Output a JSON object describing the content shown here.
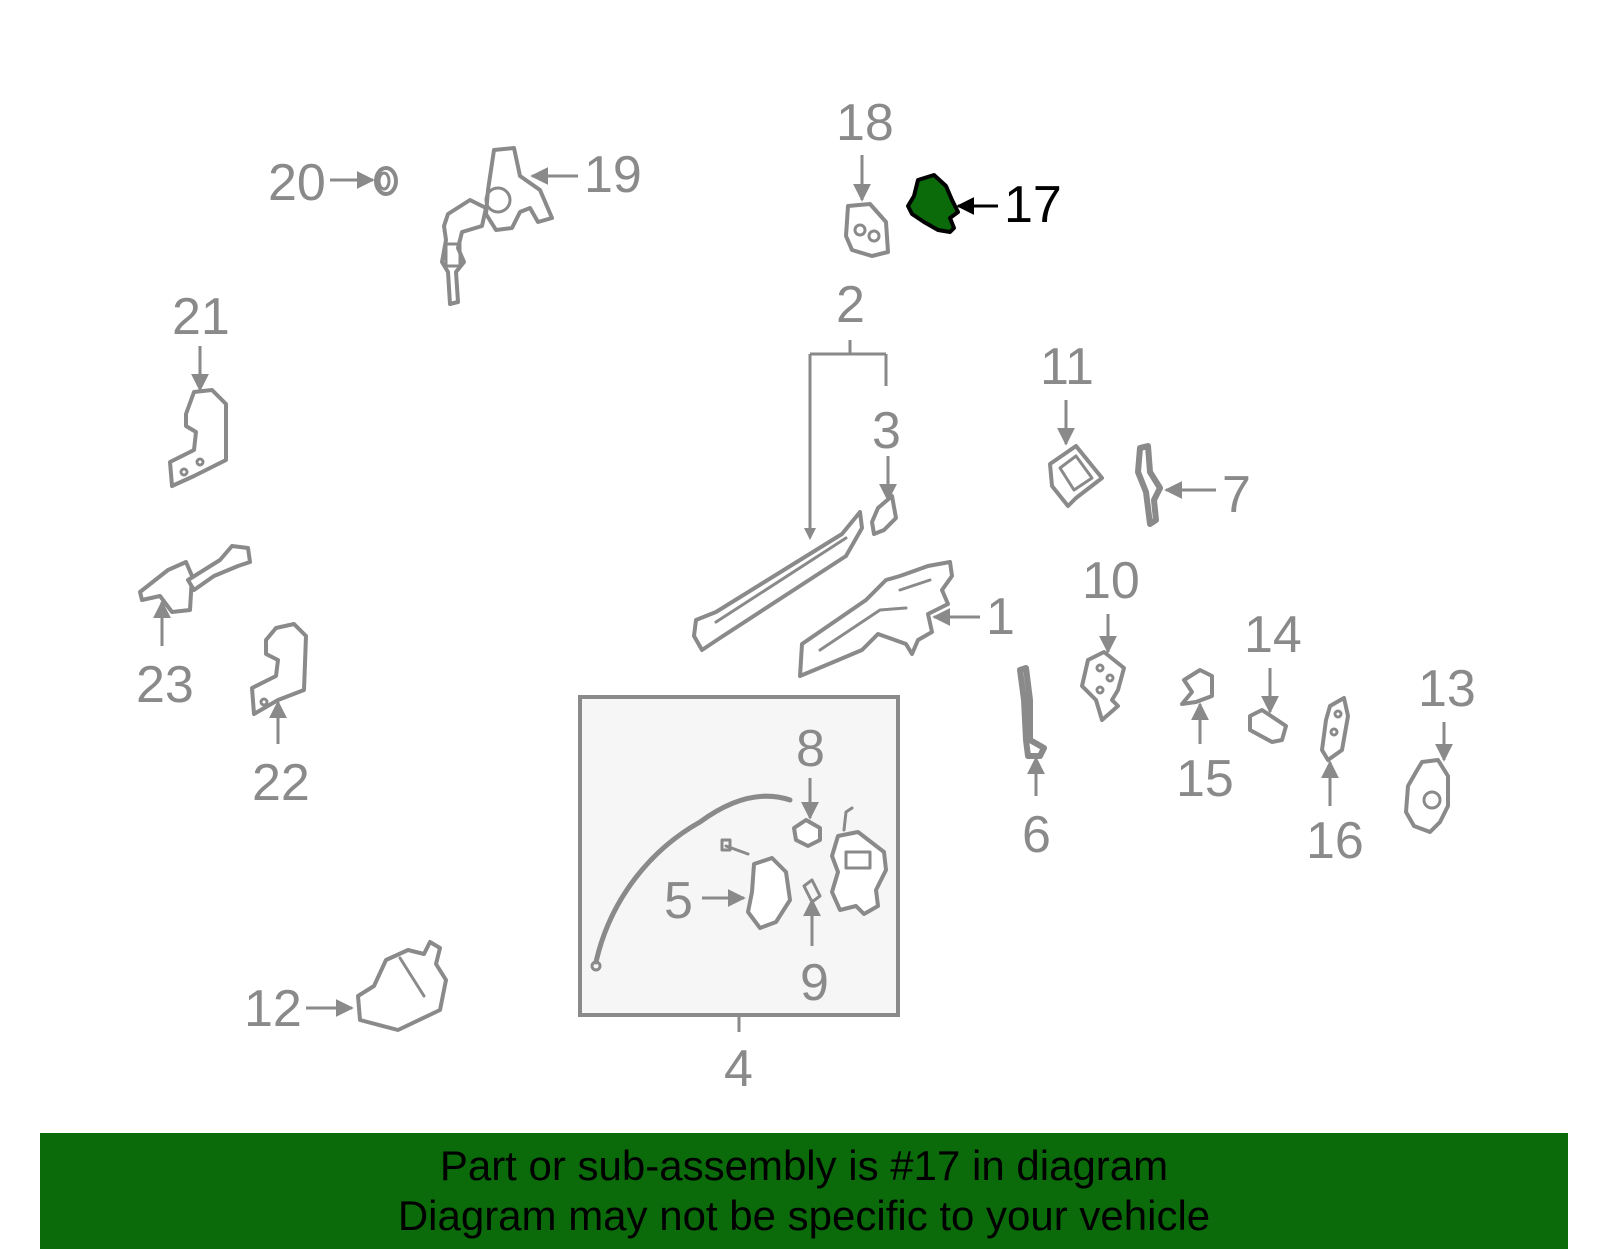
{
  "colors": {
    "highlight": "#0b6b0b",
    "line": "#8a8a8a",
    "highlight_outline": "#000000",
    "inset_background": "#f6f6f6"
  },
  "callouts": {
    "c1": "1",
    "c2": "2",
    "c3": "3",
    "c4": "4",
    "c5": "5",
    "c6": "6",
    "c7": "7",
    "c8": "8",
    "c9": "9",
    "c10": "10",
    "c11": "11",
    "c12": "12",
    "c13": "13",
    "c14": "14",
    "c15": "15",
    "c16": "16",
    "c17": "17",
    "c18": "18",
    "c19": "19",
    "c20": "20",
    "c21": "21",
    "c22": "22",
    "c23": "23"
  },
  "highlighted_part": "17",
  "banner": {
    "line1": "Part or sub-assembly is #17 in diagram",
    "line2": "Diagram may not be specific to your vehicle"
  }
}
